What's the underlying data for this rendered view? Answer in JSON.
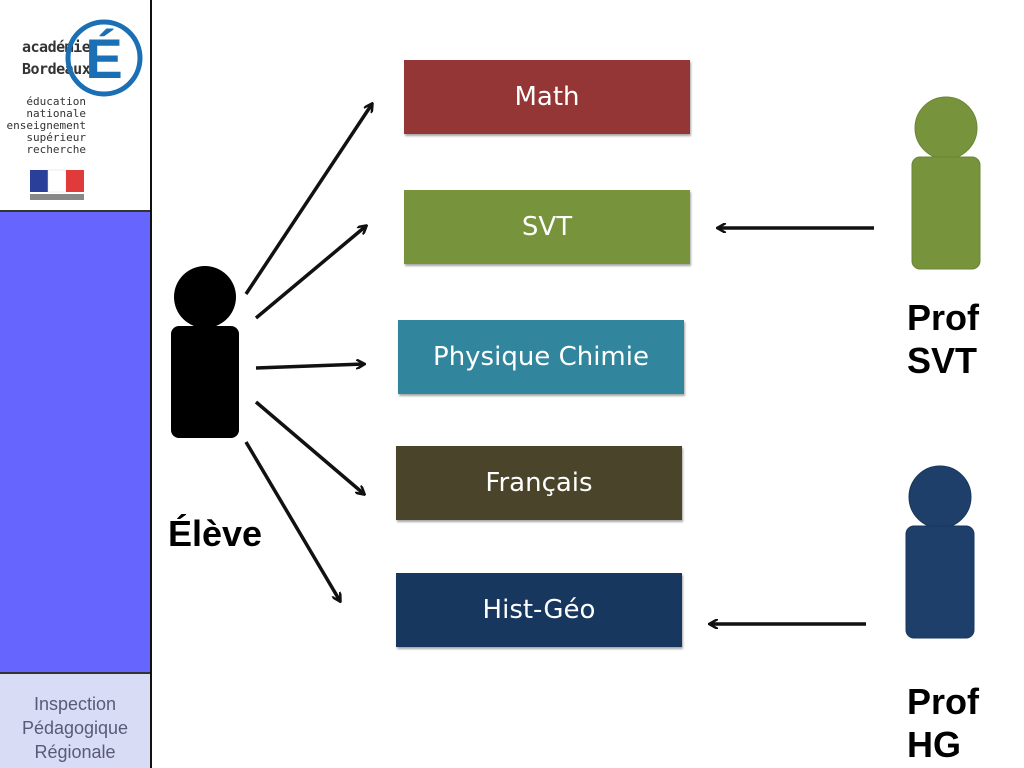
{
  "sidebar": {
    "logo": {
      "line1": "académie",
      "line2": "Bordeaux",
      "sub_lines": [
        "éducation",
        "nationale",
        "enseignement",
        "supérieur",
        "recherche"
      ]
    },
    "footer_lines": [
      "Inspection",
      "Pédagogique",
      "Régionale"
    ]
  },
  "subjects": [
    {
      "label": "Math"
    },
    {
      "label": "SVT"
    },
    {
      "label": "Physique Chimie"
    },
    {
      "label": "Français"
    },
    {
      "label": "Hist-Géo"
    }
  ],
  "people": {
    "student": {
      "label": "Élève"
    },
    "prof_svt": {
      "label_line1": "Prof",
      "label_line2": "SVT"
    },
    "prof_hg": {
      "label_line1": "Prof",
      "label_line2": "HG"
    }
  },
  "colors": {
    "math": "#943635",
    "svt": "#77933c",
    "physique": "#31859c",
    "francais": "#4a452a",
    "histgeo": "#17375e",
    "sidebar_blue": "#6666ff"
  }
}
